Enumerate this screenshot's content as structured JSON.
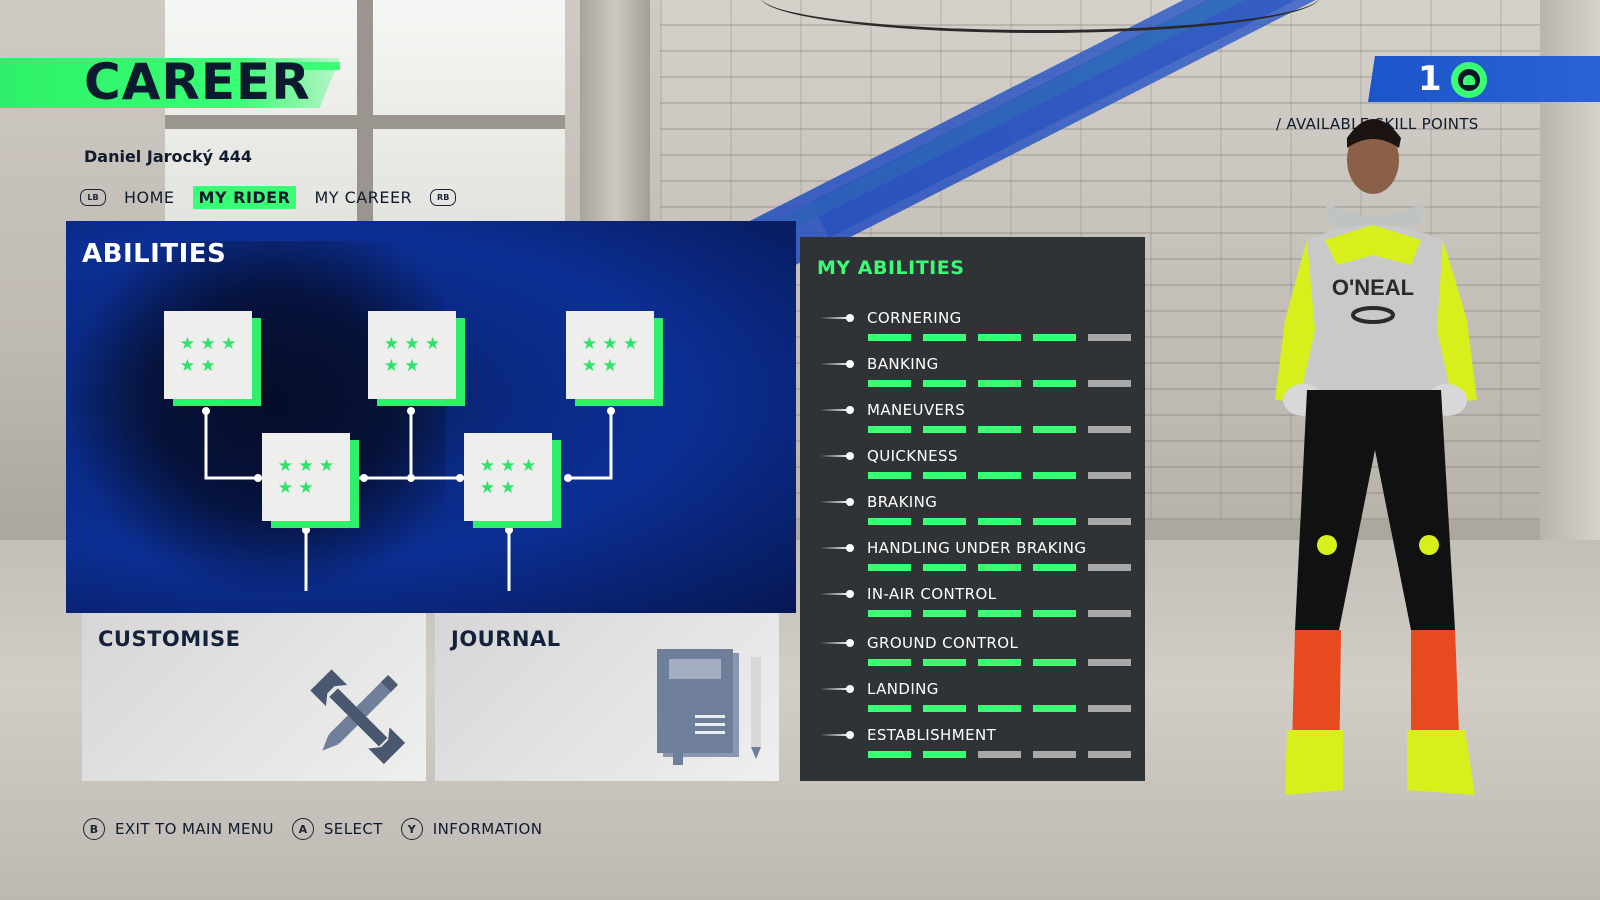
{
  "header": {
    "title": "CAREER",
    "rider_name": "Daniel Jarocký 444",
    "bumper_left": "LB",
    "bumper_right": "RB",
    "tabs": [
      {
        "label": "HOME",
        "active": false
      },
      {
        "label": "MY RIDER",
        "active": true
      },
      {
        "label": "MY CAREER",
        "active": false
      }
    ]
  },
  "skill_points": {
    "count": "1",
    "label": "/ AVAILABLE SKILL POINTS",
    "icon": "helmet-icon"
  },
  "abilities_panel": {
    "title": "ABILITIES",
    "nodes": [
      {
        "rating": 5
      },
      {
        "rating": 5
      },
      {
        "rating": 5
      },
      {
        "rating": 5
      },
      {
        "rating": 5
      }
    ]
  },
  "cards": {
    "customise": {
      "title": "CUSTOMISE",
      "icon": "tools-icon"
    },
    "journal": {
      "title": "JOURNAL",
      "icon": "journal-icon"
    }
  },
  "my_abilities": {
    "title": "MY ABILITIES",
    "max_level": 5,
    "items": [
      {
        "name": "CORNERING",
        "level": 4
      },
      {
        "name": "BANKING",
        "level": 4
      },
      {
        "name": "MANEUVERS",
        "level": 4
      },
      {
        "name": "QUICKNESS",
        "level": 4
      },
      {
        "name": "BRAKING",
        "level": 4
      },
      {
        "name": "HANDLING UNDER BRAKING",
        "level": 4
      },
      {
        "name": "IN-AIR CONTROL",
        "level": 4
      },
      {
        "name": "GROUND CONTROL",
        "level": 4
      },
      {
        "name": "LANDING",
        "level": 4
      },
      {
        "name": "ESTABLISHMENT",
        "level": 2
      }
    ]
  },
  "footer": {
    "hints": [
      {
        "button": "B",
        "label": "EXIT TO MAIN MENU"
      },
      {
        "button": "A",
        "label": "SELECT"
      },
      {
        "button": "Y",
        "label": "INFORMATION"
      }
    ]
  },
  "colors": {
    "accent_green": "#38ff74",
    "panel_blue": "#0c2f94",
    "dark_panel": "#303335",
    "header_blue": "#1c55c9"
  }
}
